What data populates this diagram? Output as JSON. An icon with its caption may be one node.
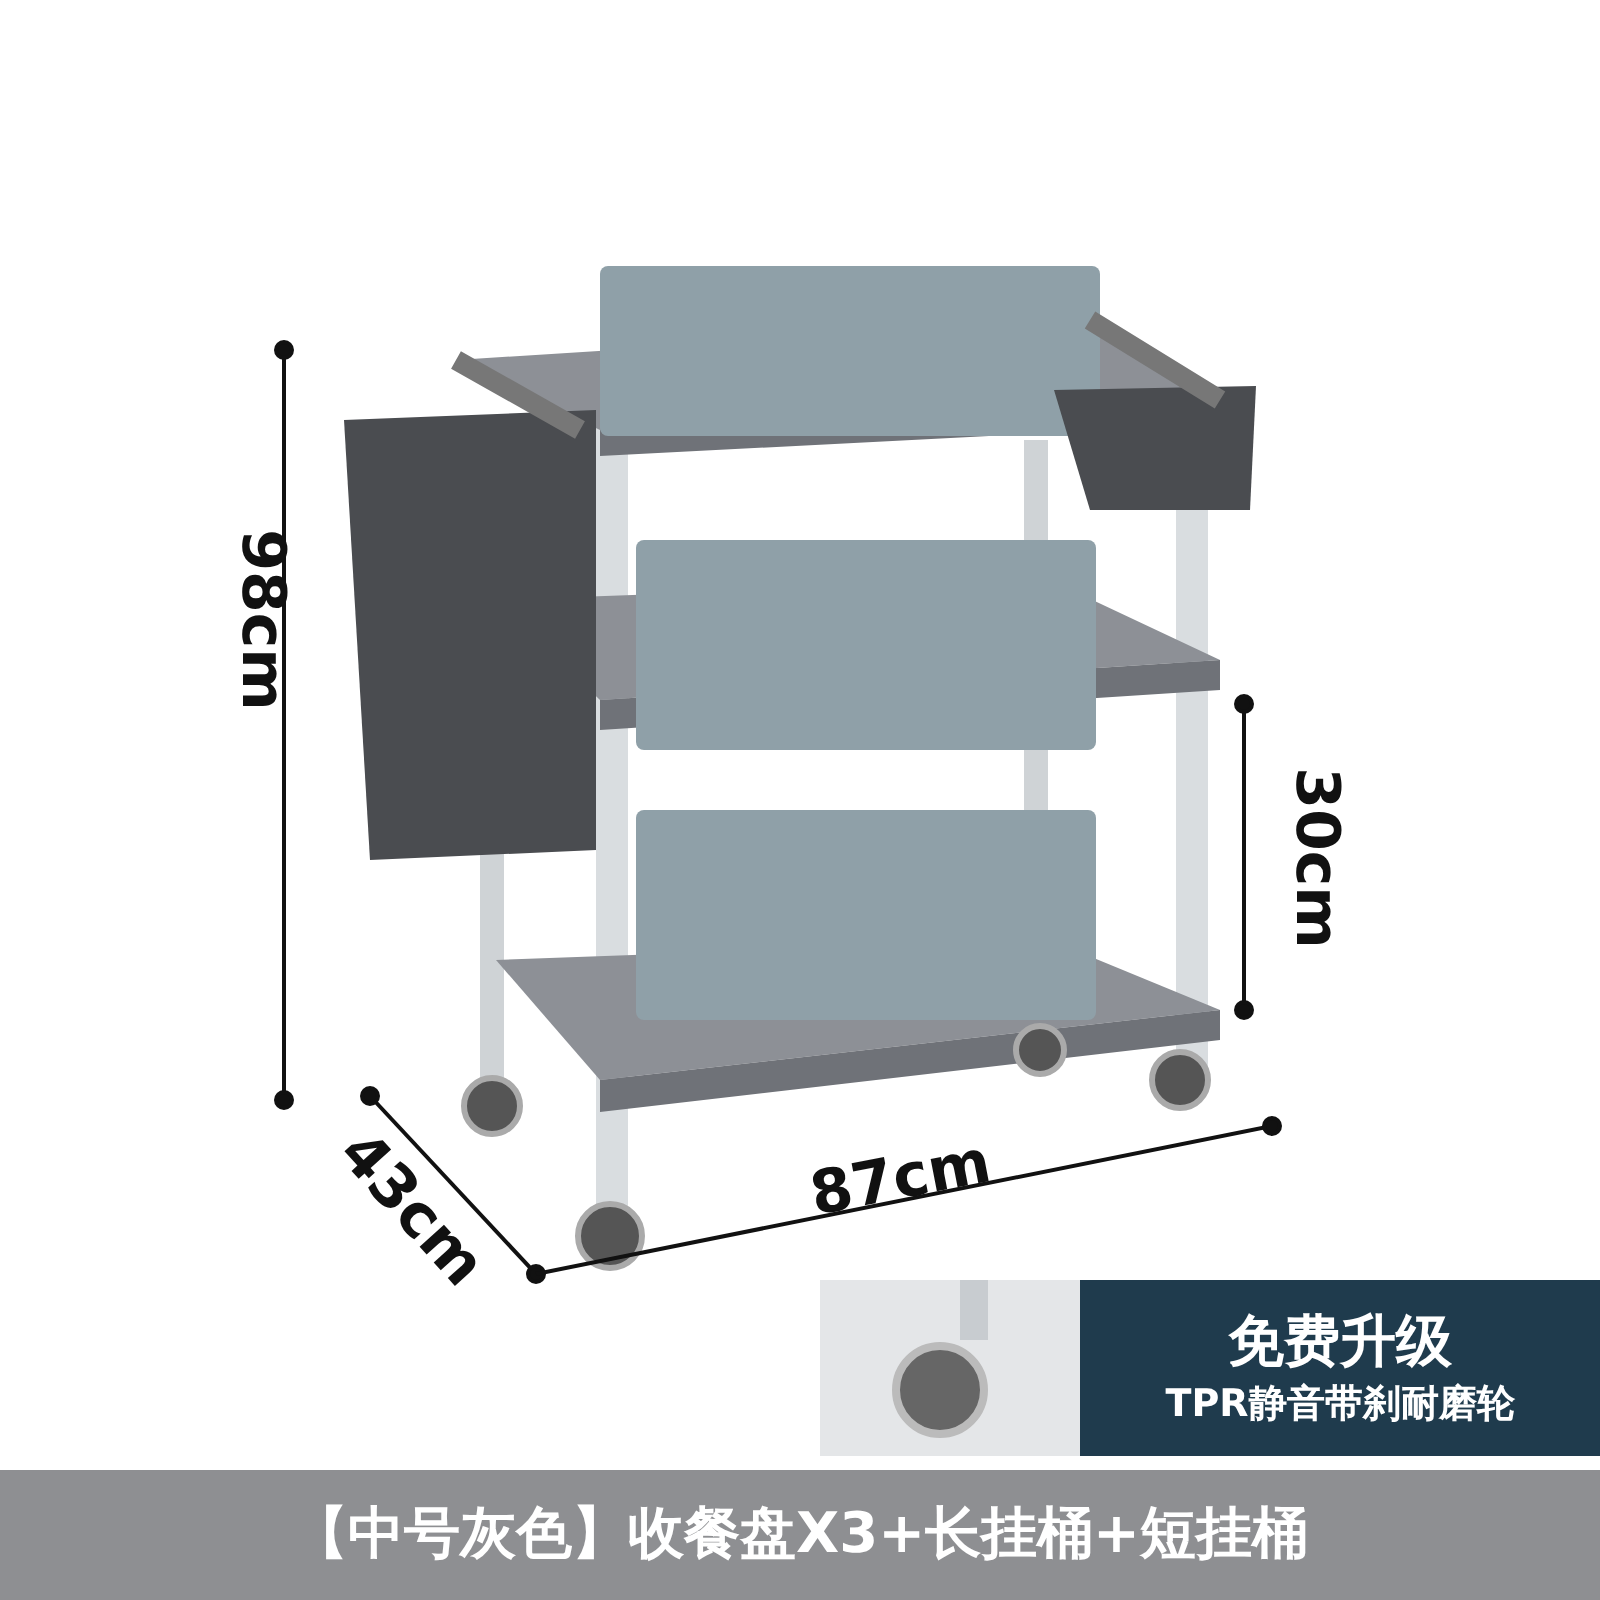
{
  "diagram": {
    "nodes": [
      {
        "text": [
          "免费升级",
          "TPR静音带刹耐磨轮"
        ]
      },
      {
        "text": [
          "【中号灰色】收餐盘X3+长挂桶+短挂桶"
        ]
      }
    ],
    "labels": [
      "98cm",
      "30cm",
      "43cm",
      "87cm"
    ]
  }
}
